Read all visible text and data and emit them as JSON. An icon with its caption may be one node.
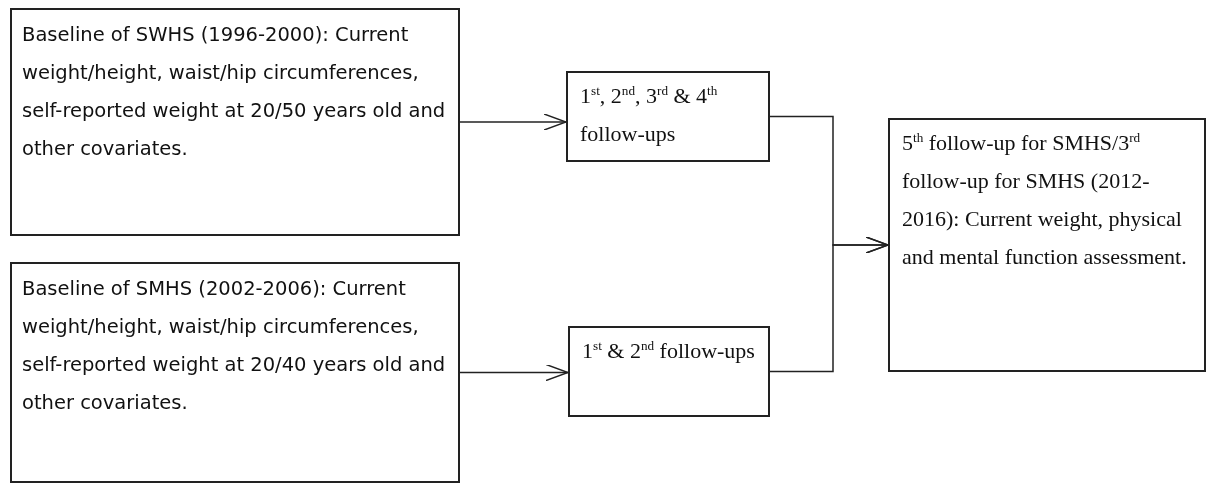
{
  "diagram": {
    "nodes": [
      {
        "text": [
          "Baseline of SWHS (1996-2000): Current weight/height, waist/hip circumferences, self-reported weight at 20/50 years old and other covariates."
        ]
      },
      {
        "text": [
          "Baseline of SMHS (2002-2006): Current weight/height, waist/hip circumferences, self-reported weight at 20/40 years old and other covariates."
        ]
      },
      {
        "text": [
          "1$^{st}$, 2$^{nd}$, 3$^{rd}$ & 4$^{th}$ follow-ups"
        ]
      },
      {
        "text": [
          "1$^{st}$ & 2$^{nd}$ follow-ups"
        ]
      },
      {
        "text": [
          "5$^{th}$ follow-up for SMHS/3$^{rd}$ follow-up for SMHS (2012-2016): Current weight, physical and mental function assessment."
        ]
      }
    ],
    "edges": [
      {
        "from": 0,
        "to": 2,
        "arrow": "to"
      },
      {
        "from": 1,
        "to": 3,
        "arrow": "to"
      },
      {
        "from": 2,
        "to": 4,
        "arrow": "to"
      },
      {
        "from": 3,
        "to": 4,
        "arrow": "to"
      }
    ]
  }
}
